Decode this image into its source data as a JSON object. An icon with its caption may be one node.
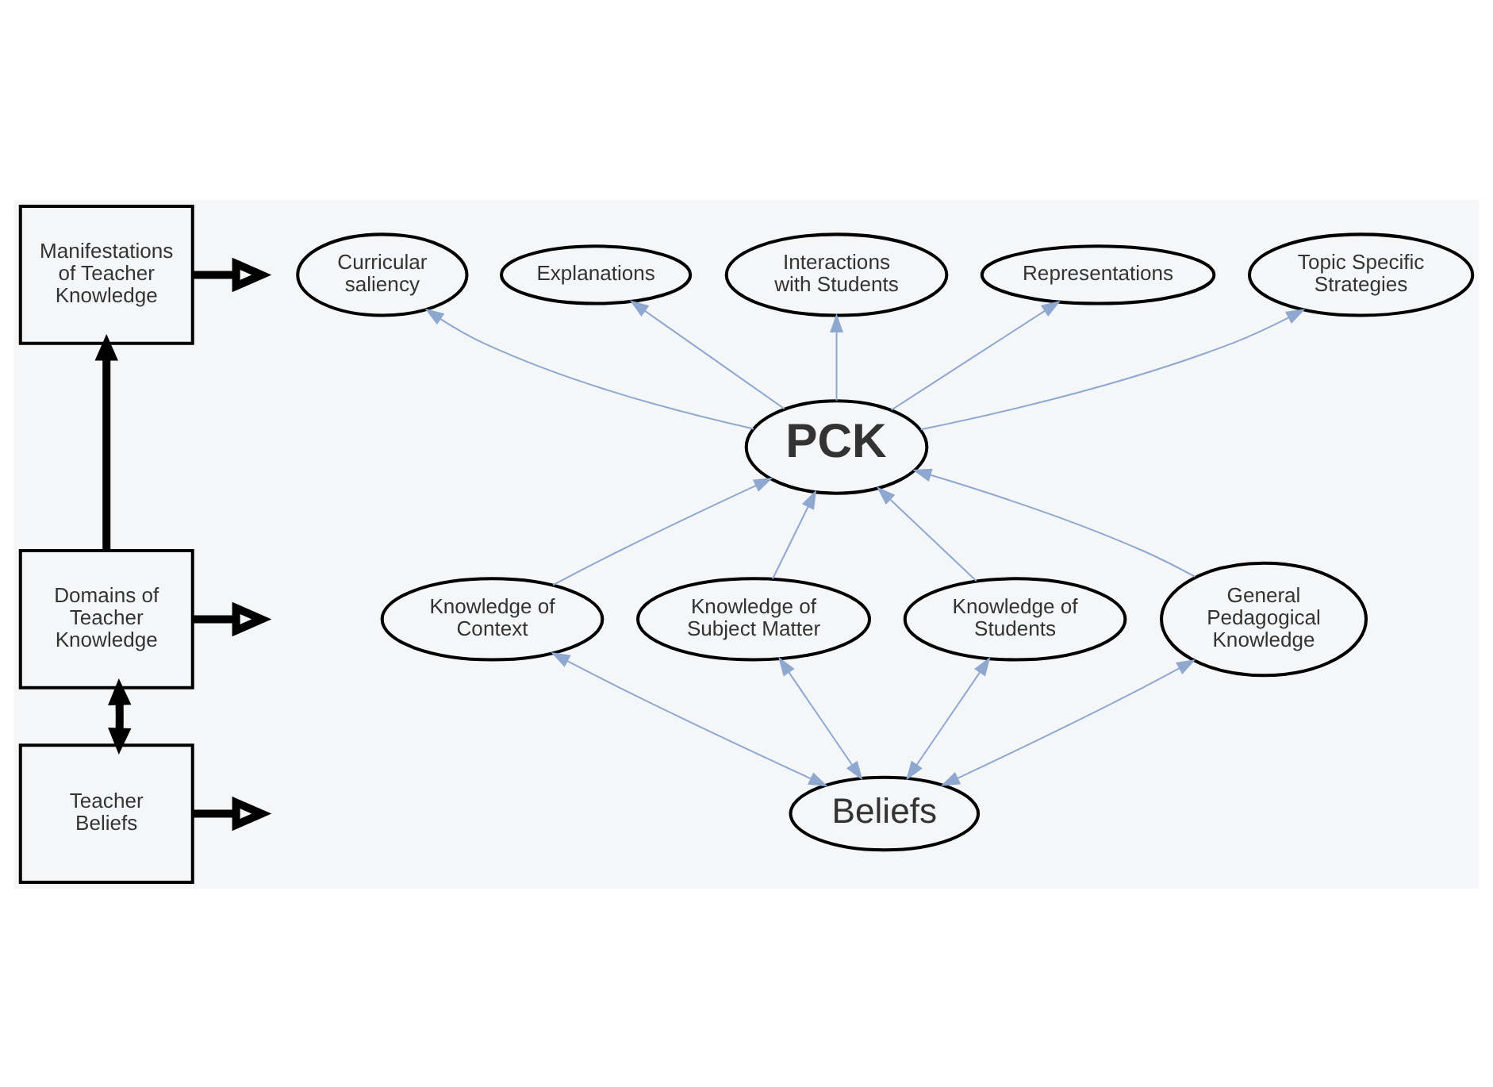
{
  "diagram": {
    "nodes": [
      {
        "text": [
          "Manifestations of Teacher Knowledge"
        ]
      },
      {
        "text": [
          "Curricular saliency"
        ]
      },
      {
        "text": [
          "Explanations"
        ]
      },
      {
        "text": [
          "Interactions with Students"
        ]
      },
      {
        "text": [
          "Representations"
        ]
      },
      {
        "text": [
          "Topic Specific Strategies"
        ]
      },
      {
        "text": [
          "PCK"
        ]
      },
      {
        "text": [
          "Domains of Teacher Knowledge"
        ]
      },
      {
        "text": [
          "Knowledge of Context"
        ]
      },
      {
        "text": [
          "Knowledge of Subject Matter"
        ]
      },
      {
        "text": [
          "Knowledge of Students"
        ]
      },
      {
        "text": [
          "General Pedagogical Knowledge"
        ]
      },
      {
        "text": [
          "Teacher Beliefs"
        ]
      },
      {
        "text": [
          "Beliefs"
        ]
      }
    ],
    "edges": [
      {
        "from": 0,
        "to": null,
        "arrow": "to",
        "style": "thick",
        "color": "#000000"
      },
      {
        "from": 6,
        "to": 1,
        "arrow": "to"
      },
      {
        "from": 6,
        "to": 2,
        "arrow": "to"
      },
      {
        "from": 6,
        "to": 3,
        "arrow": "to"
      },
      {
        "from": 6,
        "to": 4,
        "arrow": "to"
      },
      {
        "from": 6,
        "to": 5,
        "arrow": "to"
      },
      {
        "from": 7,
        "to": 0,
        "arrow": "to",
        "style": "thick",
        "color": "#000000"
      },
      {
        "from": 7,
        "to": null,
        "arrow": "to",
        "style": "thick",
        "color": "#000000"
      },
      {
        "from": 9,
        "to": 6,
        "arrow": "to"
      },
      {
        "from": 10,
        "to": 6,
        "arrow": "to"
      },
      {
        "from": 11,
        "to": 6,
        "arrow": "to"
      },
      {
        "from": 8,
        "to": 6,
        "arrow": "to"
      },
      {
        "from": 7,
        "to": 12,
        "arrow": "both",
        "style": "thick",
        "color": "#000000"
      },
      {
        "from": 12,
        "to": null,
        "arrow": "to",
        "style": "thick",
        "color": "#000000"
      },
      {
        "from": 13,
        "to": 9,
        "arrow": "both"
      },
      {
        "from": 13,
        "to": 10,
        "arrow": "both"
      },
      {
        "from": 13,
        "to": 11,
        "arrow": "both"
      },
      {
        "from": 13,
        "to": 8,
        "arrow": "both"
      }
    ]
  }
}
